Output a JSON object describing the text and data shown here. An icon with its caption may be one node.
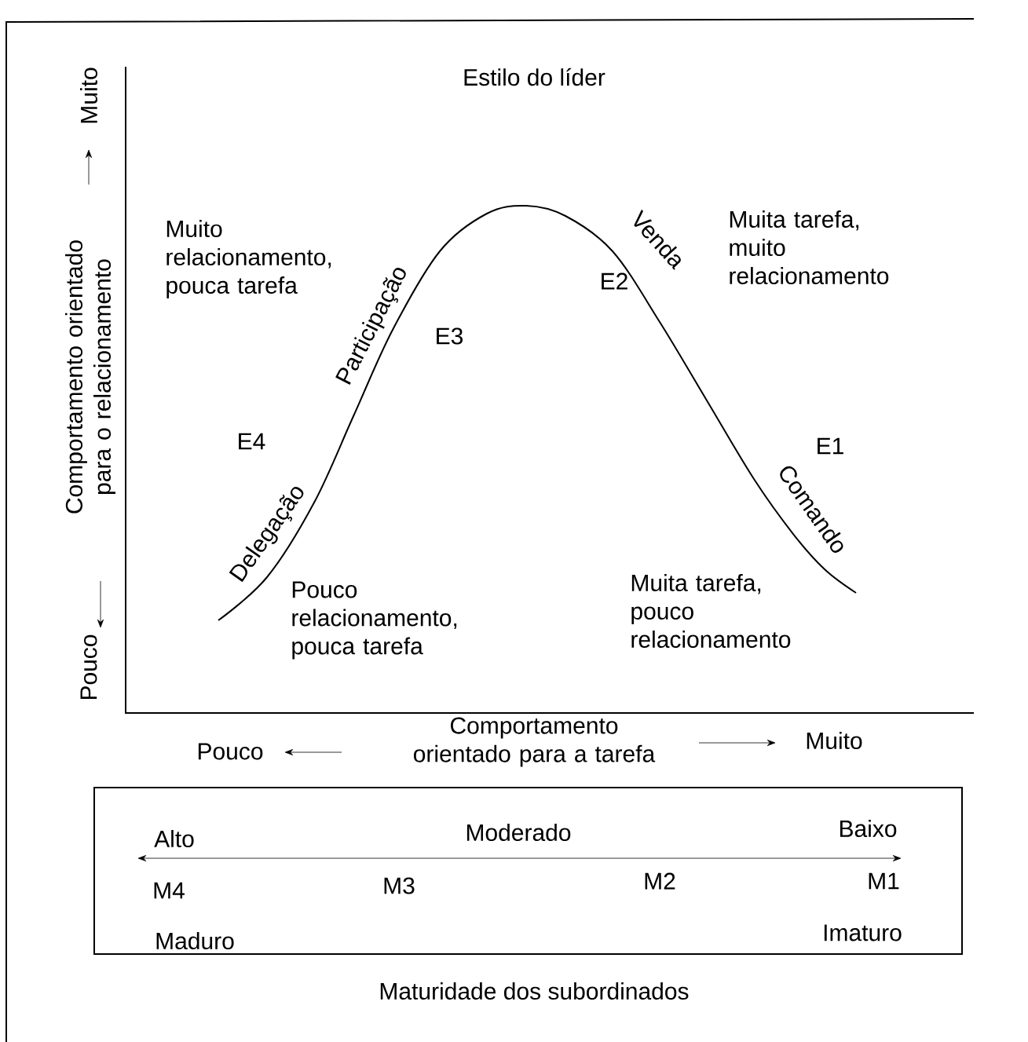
{
  "diagram": {
    "nodes": [
      {
        "text": [
          "Alto",
          "Moderado",
          "Baixo",
          "M4",
          "M3",
          "M2",
          "M1",
          "Maduro",
          "Imaturo"
        ]
      }
    ],
    "labels": [
      "Estilo do líder",
      "Muito",
      "Comportamento orientado para o relacionamento",
      "Pouco",
      "Muito relacionamento, pouca tarefa",
      "Venda",
      "Muita tarefa, muito relacionamento",
      "E2",
      "Participação",
      "E3",
      "E4",
      "E1",
      "Delegação",
      "Comando",
      "Pouco relacionamento, pouca tarefa",
      "Muita tarefa, pouco relacionamento",
      "Pouco",
      "Comportamento orientado para a tarefa",
      "Muito",
      "Maturidade dos subordinados"
    ]
  }
}
